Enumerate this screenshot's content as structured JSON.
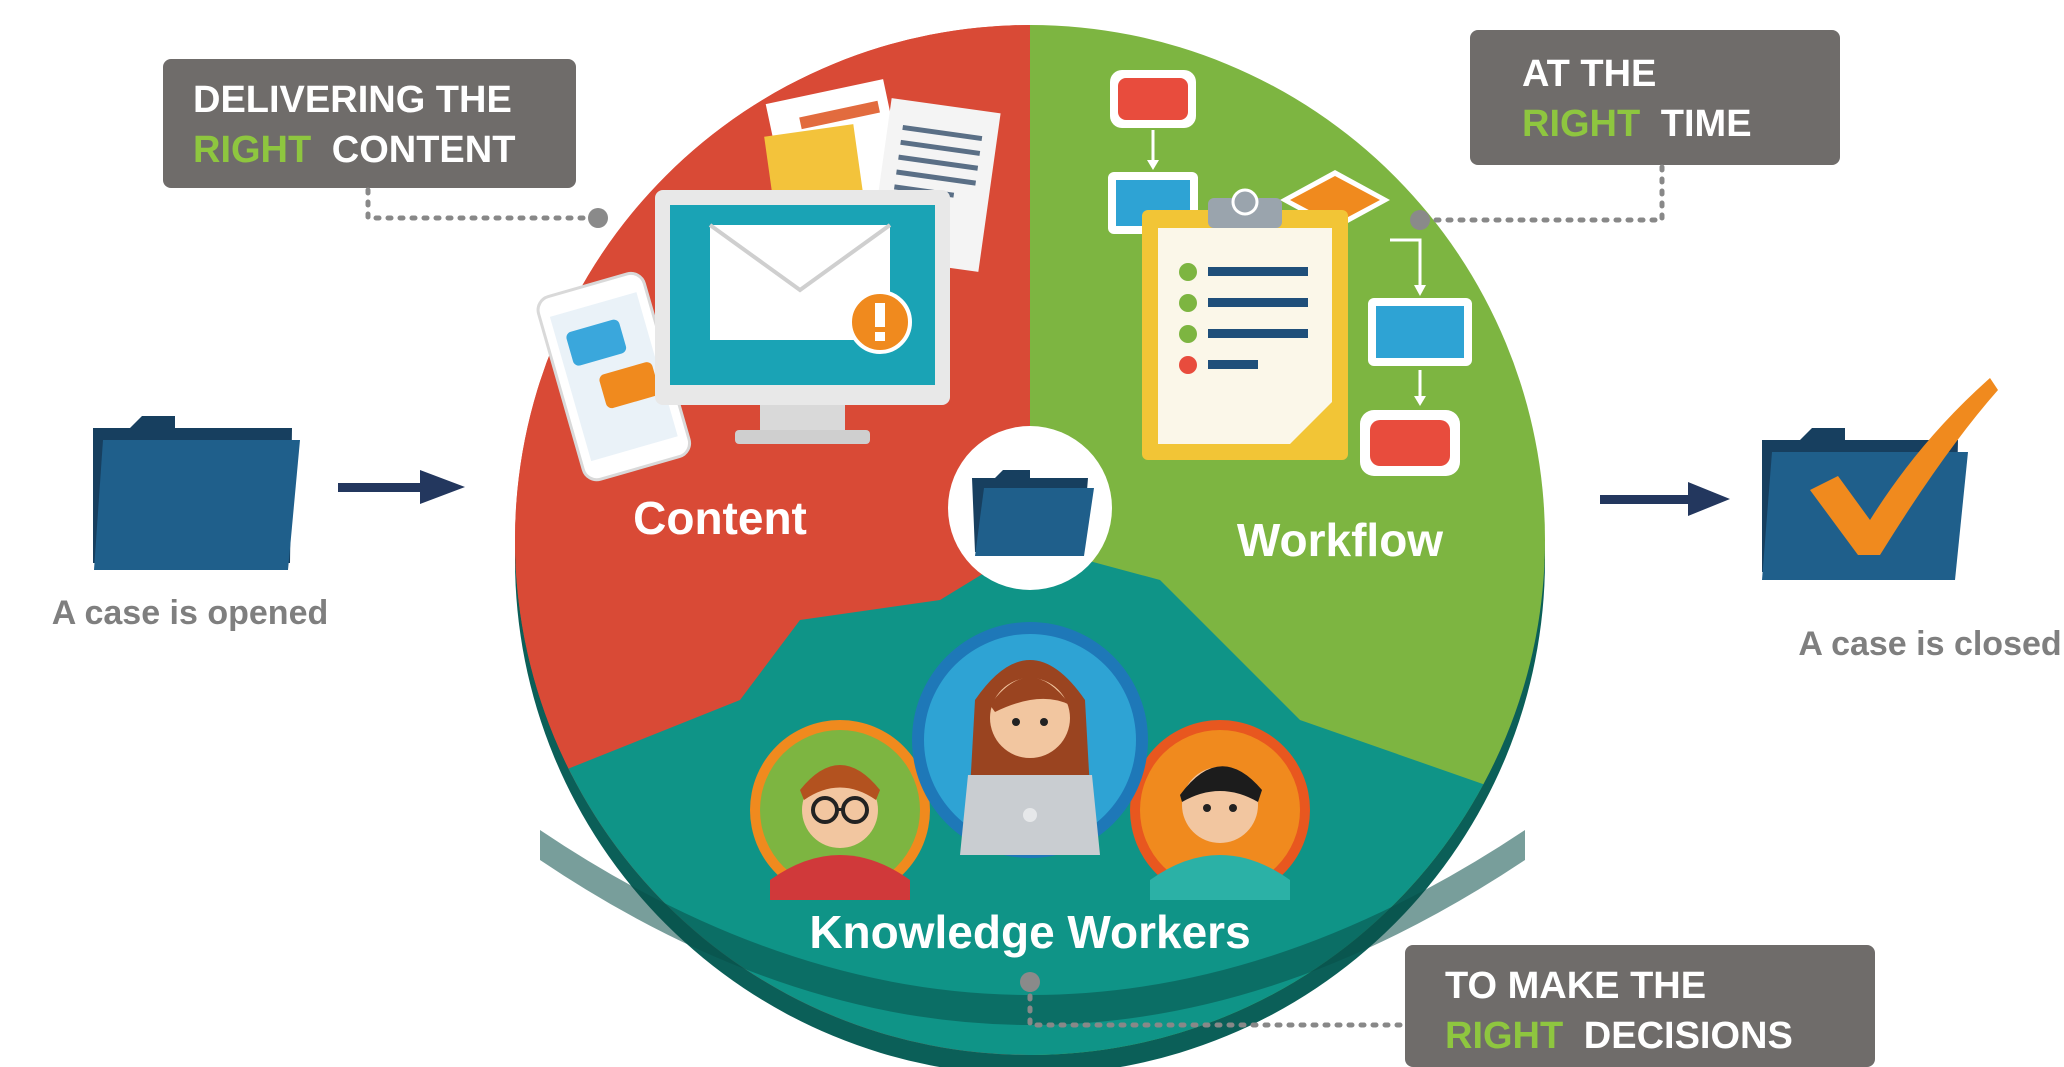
{
  "colors": {
    "content_red": "#d94a36",
    "workflow_green": "#7db541",
    "workers_teal": "#0f9487",
    "callout_gray": "#6f6c6a",
    "highlight_green": "#8ec63f",
    "folder_blue": "#1f5f8b",
    "arrow_navy": "#23375e",
    "check_orange": "#f08a1e"
  },
  "callouts": {
    "content": {
      "line1": "DELIVERING THE",
      "highlight": "RIGHT",
      "rest": "CONTENT"
    },
    "time": {
      "line1": "AT THE",
      "highlight": "RIGHT",
      "rest": "TIME"
    },
    "decisions": {
      "line1": "TO MAKE THE",
      "highlight": "RIGHT",
      "rest": "DECISIONS"
    }
  },
  "segments": {
    "content": "Content",
    "workflow": "Workflow",
    "workers": "Knowledge Workers"
  },
  "case": {
    "opened": "A case is opened",
    "closed": "A case is closed"
  },
  "icons": {
    "open_folder": "folder-icon",
    "closed_folder": "folder-check-icon",
    "center_folder": "folder-icon",
    "monitor": "monitor-email-icon",
    "clipboard": "clipboard-checklist-icon"
  }
}
